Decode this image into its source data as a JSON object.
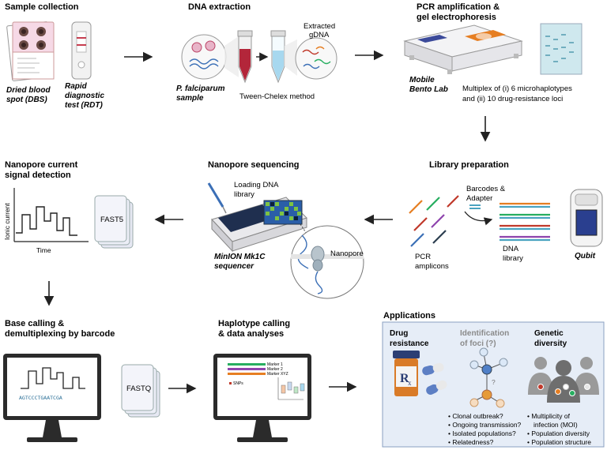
{
  "sections": {
    "sample_collection": {
      "title": "Sample collection",
      "dbs1": "Dried blood",
      "dbs2": "spot (DBS)",
      "rdt1": "Rapid",
      "rdt2": "diagnostic",
      "rdt3": "test (RDT)"
    },
    "dna_extraction": {
      "title": "DNA extraction",
      "species": "P. falciparum",
      "sample": "sample",
      "method": "Tween-Chelex method",
      "extracted1": "Extracted",
      "extracted2": "gDNA"
    },
    "pcr": {
      "title1": "PCR amplification &",
      "title2": "gel electrophoresis",
      "lab1": "Mobile",
      "lab2": "Bento Lab",
      "multiplex1": "Multiplex of (i) 6 microhaplotypes",
      "multiplex2": "and (ii) 10 drug-resistance loci"
    },
    "library_prep": {
      "title": "Library preparation",
      "barcodes1": "Barcodes &",
      "barcodes2": "Adapter",
      "pcr1": "PCR",
      "pcr2": "amplicons",
      "dna1": "DNA",
      "dna2": "library",
      "qubit": "Qubit"
    },
    "nanopore_seq": {
      "title": "Nanopore sequencing",
      "loading1": "Loading DNA",
      "loading2": "library",
      "device1": "MinION Mk1C",
      "device2": "sequencer",
      "nanopore": "Nanopore"
    },
    "signal_detection": {
      "title1": "Nanopore current",
      "title2": "signal detection",
      "ylabel": "Ionic current",
      "xlabel": "Time",
      "file": "FAST5"
    },
    "base_calling": {
      "title1": "Base calling &",
      "title2": "demultiplexing by barcode",
      "sequence": "AGTCCCTGAATCGA",
      "file": "FASTQ"
    },
    "haplotype": {
      "title1": "Haplotype calling",
      "title2": "& data analyses",
      "marker1": "Marker 1",
      "marker2": "Marker 2",
      "marker3": "Marker XYZ",
      "snps": "SNPs"
    },
    "applications": {
      "title": "Applications",
      "drug1": "Drug",
      "drug2": "resistance",
      "foci1": "Identification",
      "foci2": "of foci (?)",
      "genetic1": "Genetic",
      "genetic2": "diversity",
      "q": "?",
      "foci_bullets": [
        "Clonal outbreak?",
        "Ongoing transmission?",
        "Isolated populations?",
        "Relatedness?"
      ],
      "genetic_bullets": [
        "Multiplicity of",
        "infection (MOI)",
        "Population diversity",
        "Population structure"
      ]
    }
  },
  "colors": {
    "arrow": "#222222",
    "blood": "#b3263a",
    "tube_blue": "#a7d8ef",
    "app_bg": "#e6edf7",
    "app_border": "#8aa0c2",
    "foci_gray": "#8a8a8a"
  }
}
